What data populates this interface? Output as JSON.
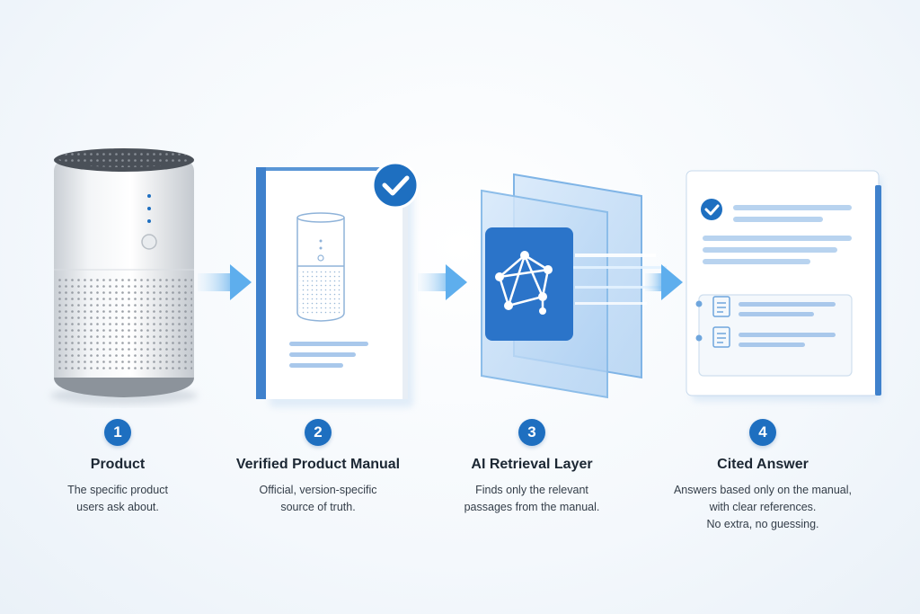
{
  "steps": [
    {
      "number": "1",
      "title": "Product",
      "description": "The specific product\nusers ask about."
    },
    {
      "number": "2",
      "title": "Verified Product Manual",
      "description": "Official, version-specific\nsource of truth."
    },
    {
      "number": "3",
      "title": "AI Retrieval Layer",
      "description": "Finds only the relevant\npassages from the manual."
    },
    {
      "number": "4",
      "title": "Cited Answer",
      "description": "Answers based only on the manual,\nwith clear references.\nNo extra, no guessing."
    }
  ],
  "colors": {
    "accent": "#1e6fc0",
    "light_blue": "#9fc8ef",
    "arrow": "#6fb6ee"
  },
  "icons": [
    "speaker-product",
    "manual-book",
    "checkmark-icon",
    "network-icon",
    "document-icon",
    "arrow-right-icon"
  ]
}
